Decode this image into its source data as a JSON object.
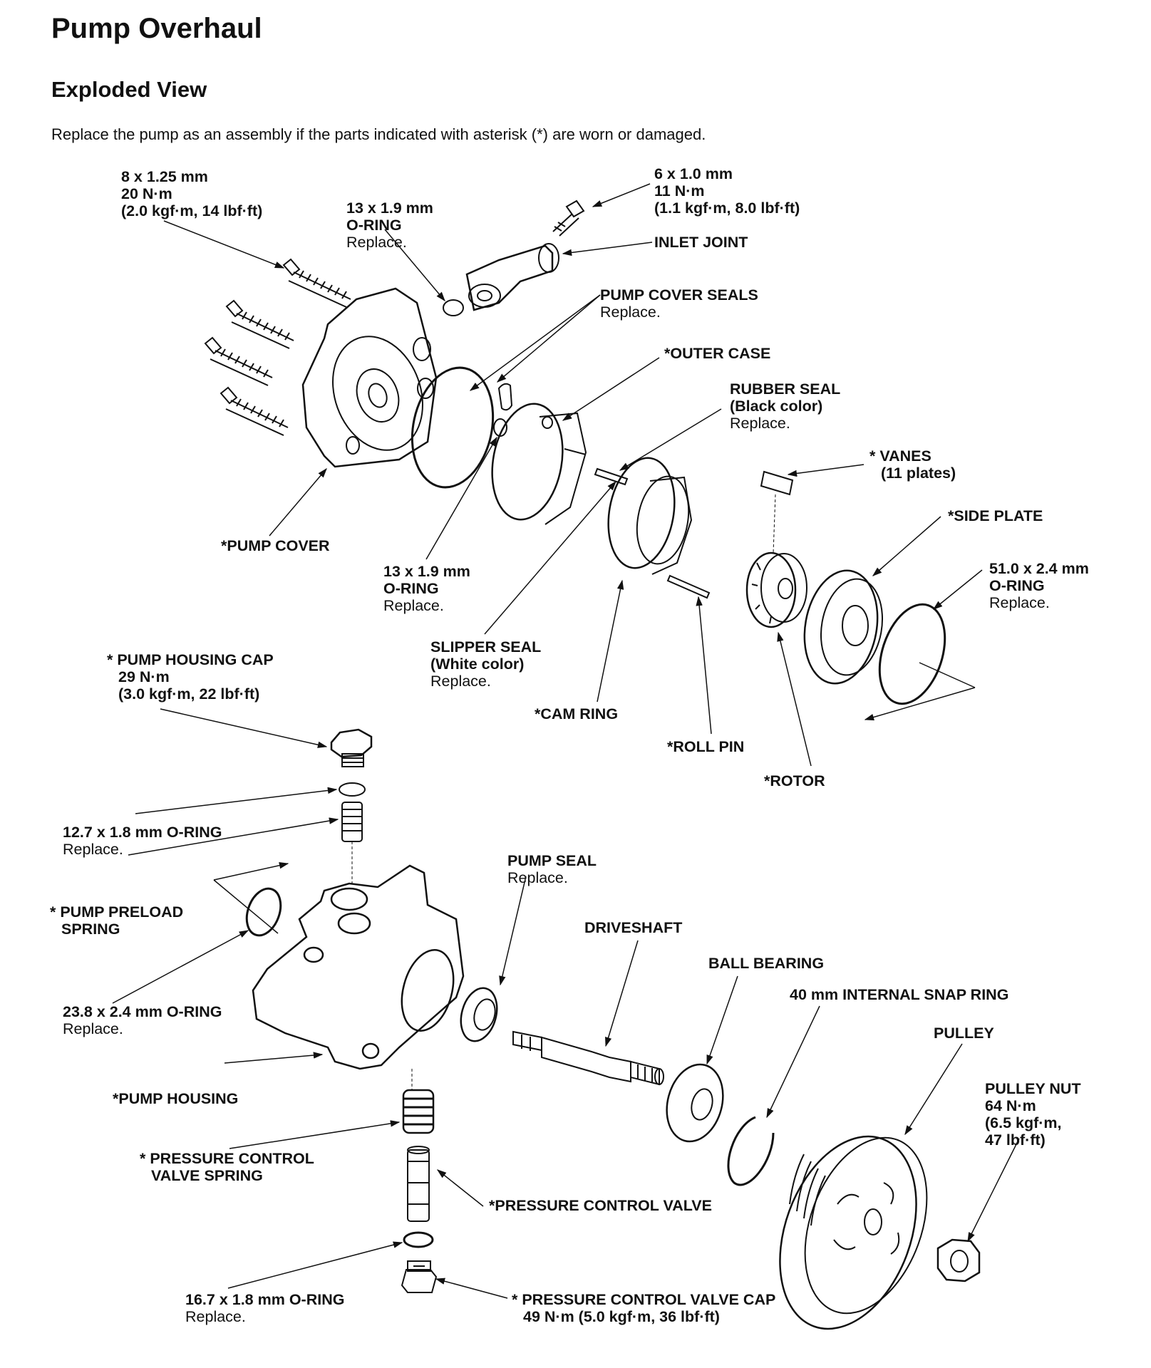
{
  "title": "Pump Overhaul",
  "subtitle": "Exploded View",
  "intro": "Replace the pump as an assembly if the parts indicated with asterisk (*) are worn or damaged.",
  "labels": {
    "bolt_8": {
      "l1": "8 x 1.25 mm",
      "l2": "20 N·m",
      "l3": "(2.0 kgf·m, 14 lbf·ft)"
    },
    "oring_13_top": {
      "l1": "13 x 1.9 mm",
      "l2": "O-RING",
      "l3": "Replace."
    },
    "bolt_6": {
      "l1": "6 x 1.0 mm",
      "l2": "11 N·m",
      "l3": "(1.1 kgf·m, 8.0 lbf·ft)"
    },
    "inlet_joint": {
      "l1": "INLET JOINT"
    },
    "pump_cover_seals": {
      "l1": "PUMP COVER SEALS",
      "l2": "Replace."
    },
    "outer_case": {
      "l1": "*OUTER CASE"
    },
    "rubber_seal": {
      "l1": "RUBBER SEAL",
      "l2": "(Black color)",
      "l3": "Replace."
    },
    "vanes": {
      "l1": "* VANES",
      "l2": "(11 plates)"
    },
    "side_plate": {
      "l1": "*SIDE PLATE"
    },
    "oring_51": {
      "l1": "51.0 x 2.4 mm",
      "l2": "O-RING",
      "l3": "Replace."
    },
    "pump_cover": {
      "l1": "*PUMP COVER"
    },
    "oring_13_bottom": {
      "l1": "13 x 1.9 mm",
      "l2": "O-RING",
      "l3": "Replace."
    },
    "slipper_seal": {
      "l1": "SLIPPER SEAL",
      "l2": "(White color)",
      "l3": "Replace."
    },
    "cam_ring": {
      "l1": "*CAM RING"
    },
    "roll_pin": {
      "l1": "*ROLL PIN"
    },
    "rotor": {
      "l1": "*ROTOR"
    },
    "housing_cap": {
      "l1": "* PUMP HOUSING CAP",
      "l2": "29 N·m",
      "l3": "(3.0 kgf·m, 22 lbf·ft)"
    },
    "oring_127": {
      "l1": "12.7 x 1.8 mm O-RING",
      "l2": "Replace."
    },
    "preload_spring": {
      "l1": "* PUMP PRELOAD",
      "l2": "SPRING"
    },
    "oring_238": {
      "l1": "23.8 x 2.4 mm O-RING",
      "l2": "Replace."
    },
    "pump_housing": {
      "l1": "*PUMP HOUSING"
    },
    "pcv_spring": {
      "l1": "* PRESSURE CONTROL",
      "l2": "VALVE SPRING"
    },
    "oring_167": {
      "l1": "16.7 x 1.8 mm O-RING",
      "l2": "Replace."
    },
    "pump_seal": {
      "l1": "PUMP SEAL",
      "l2": "Replace."
    },
    "driveshaft": {
      "l1": "DRIVESHAFT"
    },
    "ball_bearing": {
      "l1": "BALL BEARING"
    },
    "snap_ring": {
      "l1": "40 mm INTERNAL SNAP RING"
    },
    "pulley": {
      "l1": "PULLEY"
    },
    "pulley_nut": {
      "l1": "PULLEY NUT",
      "l2": "64 N·m",
      "l3": "(6.5 kgf·m,",
      "l4": "47 lbf·ft)"
    },
    "pcv": {
      "l1": "*PRESSURE CONTROL VALVE"
    },
    "pcv_cap": {
      "l1": "* PRESSURE CONTROL VALVE CAP",
      "l2": "49 N·m (5.0 kgf·m, 36 lbf·ft)"
    }
  }
}
